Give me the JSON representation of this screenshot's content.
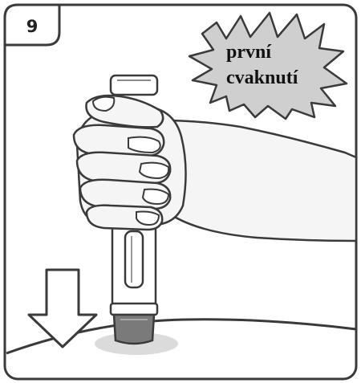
{
  "step": {
    "number": "9"
  },
  "callout": {
    "line1": "první",
    "line2": "cvaknutí"
  },
  "icons": {
    "down-arrow": "push-down-arrow",
    "pen": "injection-pen",
    "hand": "hand-gripping-pen",
    "skin": "skin-surface"
  },
  "colors": {
    "outline": "#3a3a3a",
    "burst_fill": "#cfcfcf",
    "hand_fill": "#f5f5f5",
    "pen_cap": "#7a7a7a",
    "shadow": "#bdbdbd"
  }
}
